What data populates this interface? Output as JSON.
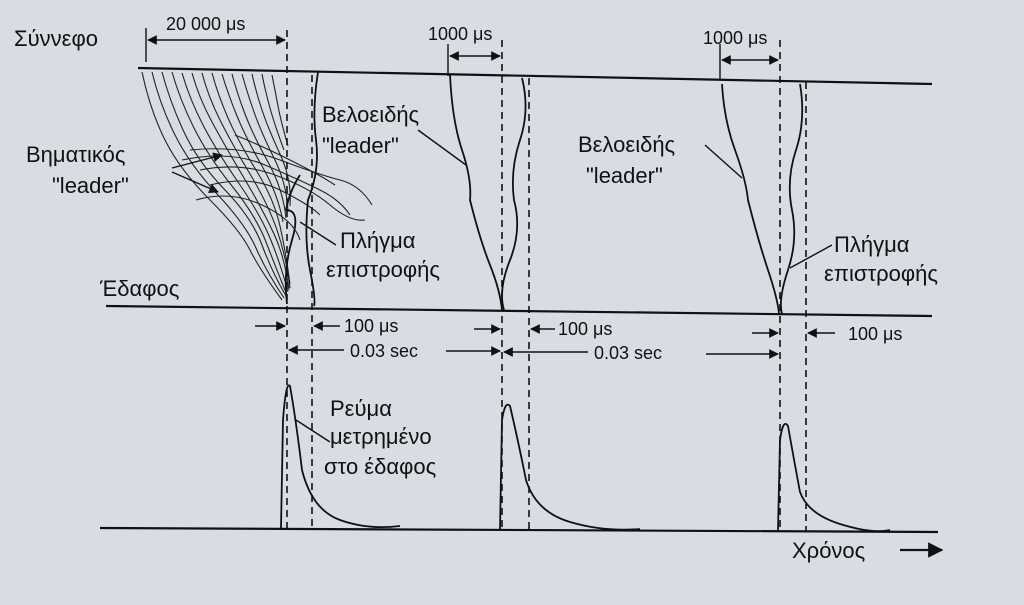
{
  "labels": {
    "cloud": "Σύννεφο",
    "ground": "Έδαφος",
    "time_axis": "Χρόνος",
    "stepped_leader": "Βηματικός",
    "leader_word": "\"leader\"",
    "dart_leader": "Βελοειδής",
    "return_stroke_line1": "Πλήγμα",
    "return_stroke_line2": "επιστροφής",
    "current_line1": "Ρεύμα",
    "current_line2": "μετρημένο",
    "current_line3": "στο έδαφος"
  },
  "intervals": {
    "stepped_duration": "20 000 μs",
    "dart_duration": "1000 μs",
    "return_gap": "100 μs",
    "stroke_separation": "0.03 sec"
  },
  "colors": {
    "background": "#d9dde3",
    "ink": "#111111"
  },
  "icons": {
    "time_arrow": "arrow-right-icon"
  }
}
